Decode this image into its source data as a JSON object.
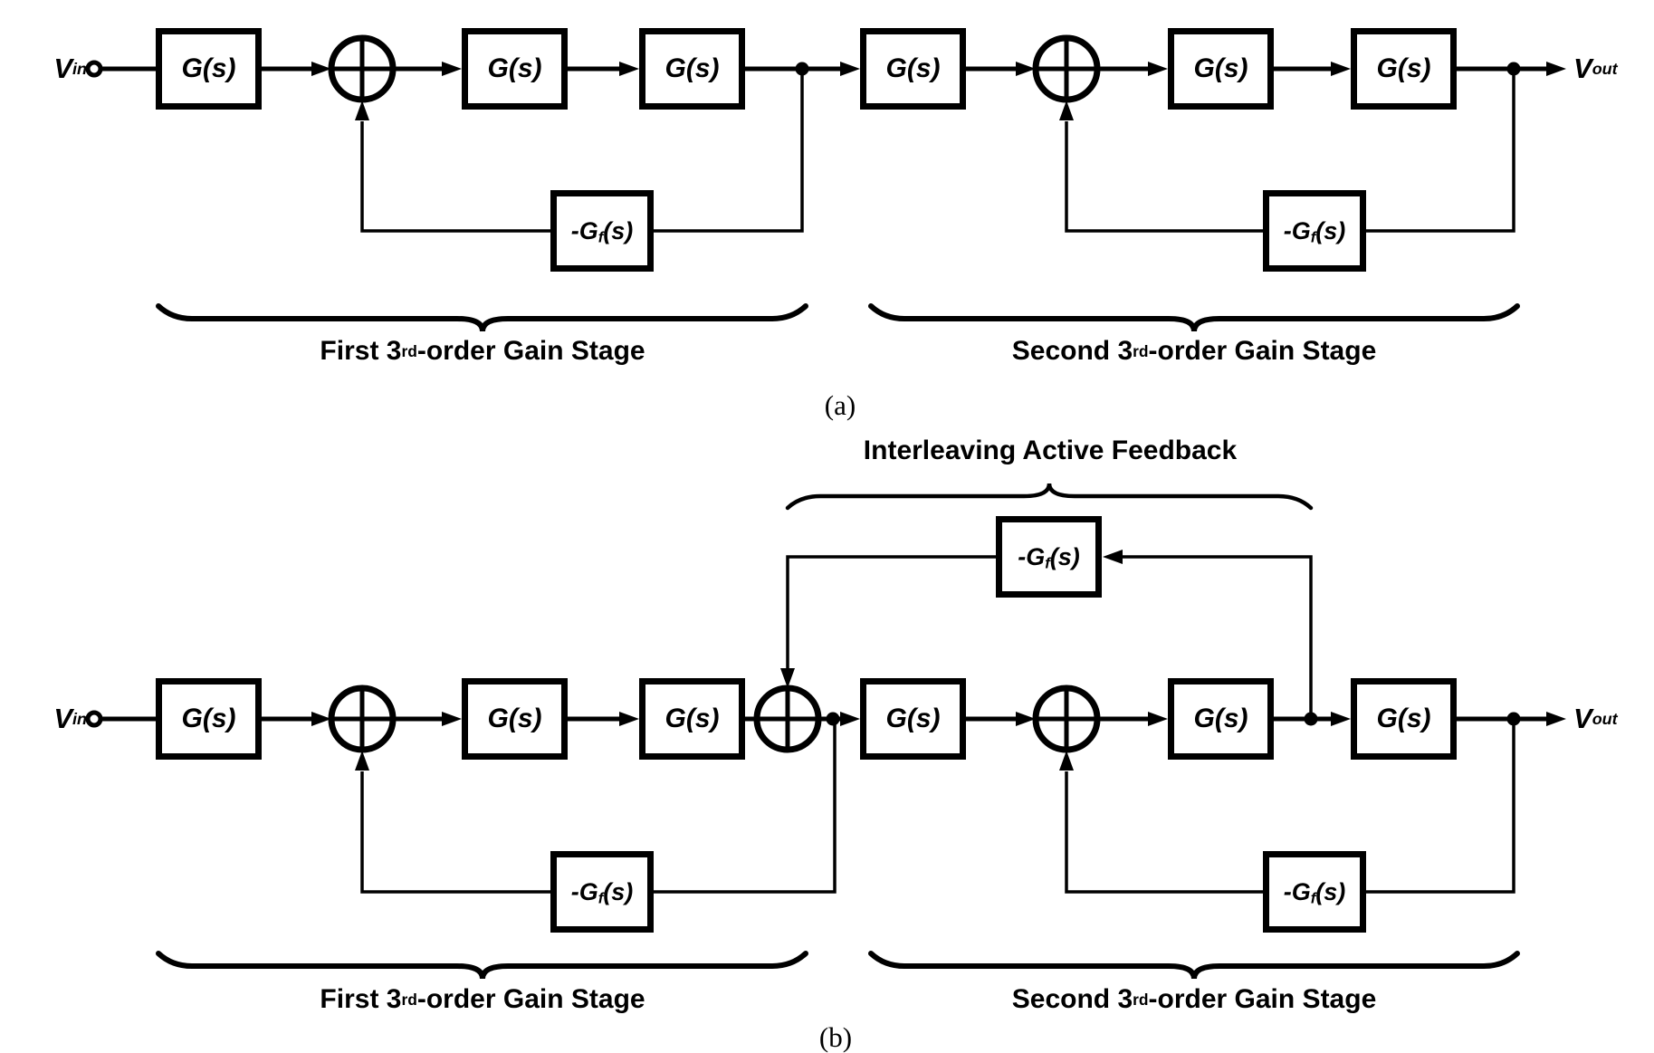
{
  "colors": {
    "ink": "#000000",
    "background": "#ffffff"
  },
  "terminals": {
    "input": {
      "base": "V",
      "sub": "in"
    },
    "output": {
      "base": "V",
      "sub": "out"
    }
  },
  "blocks": {
    "gain": "G(s)",
    "feedback": {
      "pre": "-G",
      "sub": "f",
      "post": "(s)"
    }
  },
  "stage_labels": {
    "first": {
      "pre": "First 3",
      "sup": "rd",
      "post": "-order Gain Stage"
    },
    "second": {
      "pre": "Second 3",
      "sup": "rd",
      "post": "-order Gain Stage"
    }
  },
  "interleaving_label": "Interleaving Active Feedback",
  "subfigure_labels": {
    "a": "(a)",
    "b": "(b)"
  }
}
